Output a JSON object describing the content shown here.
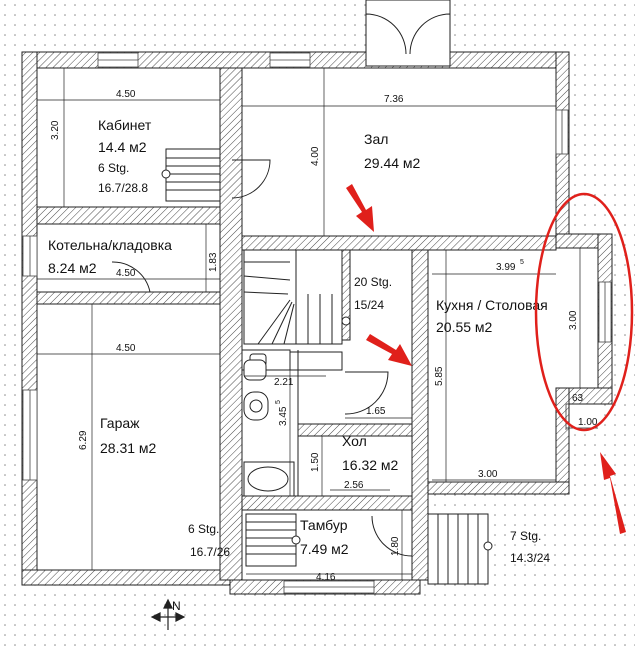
{
  "rooms": {
    "kabinet": {
      "name": "Кабинет",
      "area": "14.4 м2"
    },
    "zal": {
      "name": "Зал",
      "area": "29.44 м2"
    },
    "kotelnaya": {
      "name": "Котельна/кладовка",
      "area": "8.24 м2"
    },
    "kuhnya": {
      "name": "Кухня / Столовая",
      "area": "20.55 м2"
    },
    "garazh": {
      "name": "Гараж",
      "area": "28.31 м2"
    },
    "hol": {
      "name": "Хол",
      "area": "16.32 м2"
    },
    "tambur": {
      "name": "Тамбур",
      "area": "7.49 м2"
    }
  },
  "stairs": {
    "kabinet_stg": {
      "count": "6 Stg.",
      "ratio": "16.7/28.8"
    },
    "hall_stg": {
      "count": "20 Stg.",
      "ratio": "15/24"
    },
    "garage_stg": {
      "count": "6 Stg.",
      "ratio": "16.7/26"
    },
    "entry_stg": {
      "count": "7 Stg.",
      "ratio": "14.3/24"
    }
  },
  "dimensions": {
    "kabinet_width": "4.50",
    "kabinet_height": "3.20",
    "zal_width": "7.36",
    "zal_height": "4.00",
    "kotelnaya_width": "4.50",
    "kotelnaya_height": "1.83",
    "garazh_width": "4.50",
    "garazh_height": "6.29",
    "kuhnya_top": "3.99",
    "kuhnya_top_sup": "5",
    "kuhnya_side": "3.00",
    "kuhnya_height": "5.85",
    "kuhnya_bottom": "3.00",
    "bay_depth": "63",
    "bay_width": "1.00",
    "wc_width": "2.21",
    "wc_height": "3.45",
    "wc_height_sup": "5",
    "hol_width": "1.65",
    "hol_small": "1.50",
    "hol_bottom": "2.56",
    "tambur_height": "1.80",
    "tambur_width": "4.16"
  },
  "compass": {
    "label": "N"
  }
}
